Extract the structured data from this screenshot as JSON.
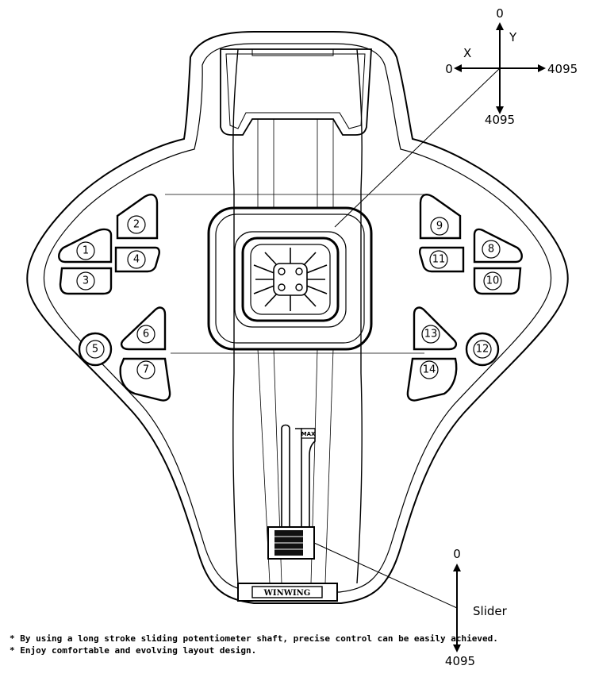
{
  "axes": {
    "y_top": "0",
    "y_label": "Y",
    "x_label": "X",
    "x_left": "0",
    "x_right": "4095",
    "y_bottom": "4095"
  },
  "slider": {
    "top": "0",
    "label": "Slider",
    "bottom": "4095",
    "max_label": "MAX"
  },
  "brand": "WINWING",
  "buttons": [
    {
      "id": "1",
      "label": "1"
    },
    {
      "id": "2",
      "label": "2"
    },
    {
      "id": "3",
      "label": "3"
    },
    {
      "id": "4",
      "label": "4"
    },
    {
      "id": "5",
      "label": "5"
    },
    {
      "id": "6",
      "label": "6"
    },
    {
      "id": "7",
      "label": "7"
    },
    {
      "id": "8",
      "label": "8"
    },
    {
      "id": "9",
      "label": "9"
    },
    {
      "id": "10",
      "label": "10"
    },
    {
      "id": "11",
      "label": "11"
    },
    {
      "id": "12",
      "label": "12"
    },
    {
      "id": "13",
      "label": "13"
    },
    {
      "id": "14",
      "label": "14"
    }
  ],
  "notes": [
    "* By using a long stroke sliding potentiometer shaft, precise control can be easily achieved.",
    "* Enjoy comfortable and evolving layout design."
  ]
}
